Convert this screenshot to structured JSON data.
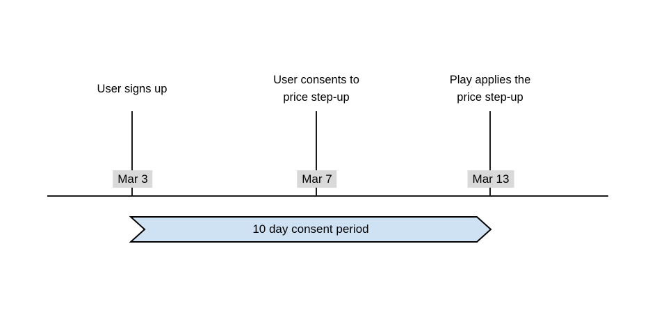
{
  "timeline": {
    "events": [
      {
        "title": "User signs up",
        "date": "Mar 3"
      },
      {
        "title": "User consents to\nprice step-up",
        "date": "Mar 7"
      },
      {
        "title": "Play applies the\nprice step-up",
        "date": "Mar 13"
      }
    ],
    "banner": {
      "label": "10 day consent period",
      "fill_color": "#cfe2f3",
      "border_color": "#000000"
    },
    "colors": {
      "axis_color": "#1a1a1a",
      "date_label_bg": "#d9d9d9",
      "text_color": "#000000"
    }
  }
}
